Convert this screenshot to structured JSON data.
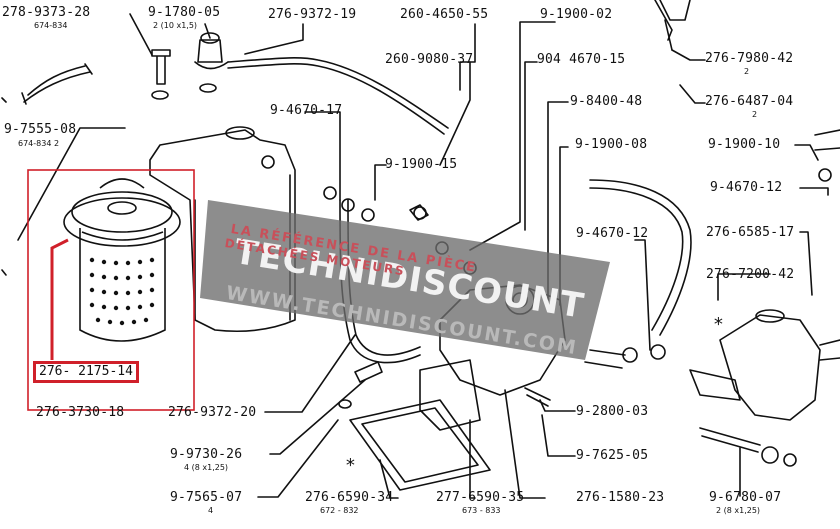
{
  "diagram": {
    "highlight_color": "#d0202a",
    "line_color": "#111111",
    "highlighted_part": "276-2175-14",
    "labels": {
      "p_278_9373_28": "278-9373-28",
      "p_278_9373_28_sub": "674-834",
      "p_9_1780_05": "9-1780-05",
      "p_9_1780_05_sub": "2 (10 x1,5)",
      "p_276_9372_19": "276-9372-19",
      "p_260_4650_55": "260-4650-55",
      "p_9_1900_02": "9-1900-02",
      "p_260_9080_37": "260-9080-37",
      "p_904_4670_15": "904 4670-15",
      "p_276_7980_42": "276-7980-42",
      "p_276_7980_42_sub": "2",
      "p_9_8400_48": "9-8400-48",
      "p_276_6487_04": "276-6487-04",
      "p_276_6487_04_sub": "2",
      "p_9_7555_08": "9-7555-08",
      "p_9_7555_08_sub": "674-834  2",
      "p_9_4670_17": "9-4670-17",
      "p_9_1900_08": "9-1900-08",
      "p_9_1900_10": "9-1900-10",
      "p_9_1900_15": "9-1900-15",
      "p_9_4670_12a": "9-4670-12",
      "p_276_6585_17": "276-6585-17",
      "p_9_4670_12b": "9-4670-12",
      "p_276_7200_42": "276-7200-42",
      "p_276_2175_14": "276- 2175-14",
      "p_276_3730_18": "276-3730-18",
      "p_276_9372_20": "276-9372-20",
      "p_9_2800_03": "9-2800-03",
      "p_9_9730_26": "9-9730-26",
      "p_9_9730_26_sub": "4  (8 x1,25)",
      "p_9_7625_05": "9-7625-05",
      "p_9_7565_07": "9-7565-07",
      "p_9_7565_07_sub": "4",
      "p_276_6590_34": "276-6590-34",
      "p_276_6590_34_sub": "672 - 832",
      "p_277_6590_35": "277-6590-35",
      "p_277_6590_35_sub": "673 - 833",
      "p_276_1580_23": "276-1580-23",
      "p_9_6780_07": "9-6780-07",
      "p_9_6780_07_sub": "2  (8 x1,25)"
    }
  },
  "watermark": {
    "brand": "TECHNIDISCOUNT",
    "tagline_1": "LA RÉFÉRENCE DE LA PIÈCE",
    "tagline_2": "DÉTACHÉES MOTEURS",
    "url": "WWW.TECHNIDISCOUNT.COM"
  }
}
